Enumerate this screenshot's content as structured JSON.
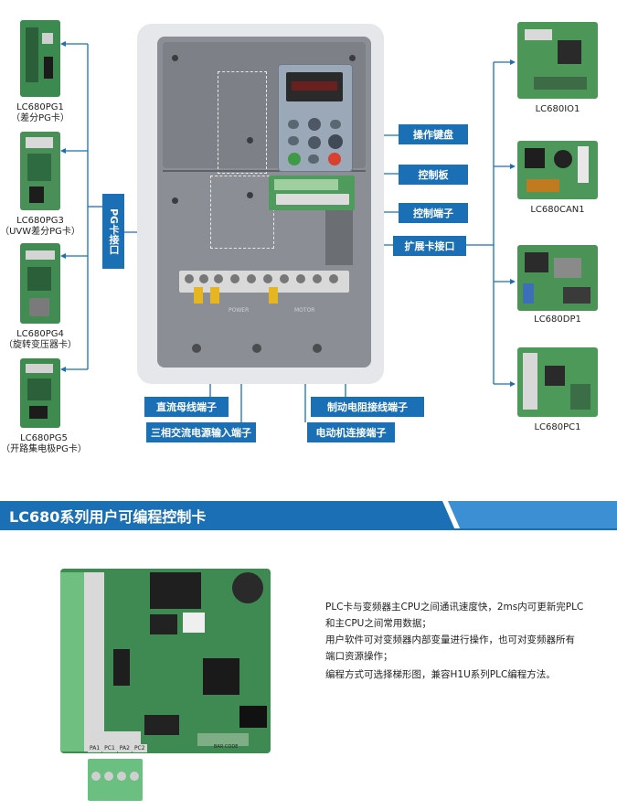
{
  "left_cards": [
    {
      "model": "LC680PG1",
      "desc": "（差分PG卡）"
    },
    {
      "model": "LC680PG3",
      "desc": "（UVW差分PG卡）"
    },
    {
      "model": "LC680PG4",
      "desc": "（旋转变压器卡）"
    },
    {
      "model": "LC680PG5",
      "desc": "（开路集电极PG卡）"
    }
  ],
  "right_cards": [
    {
      "model": "LC680IO1"
    },
    {
      "model": "LC680CAN1"
    },
    {
      "model": "LC680DP1"
    },
    {
      "model": "LC680PC1"
    }
  ],
  "pg_port_label": "PG卡接口",
  "right_tags": {
    "keyboard": "操作键盘",
    "control_board": "控制板",
    "control_terminal": "控制端子",
    "expansion_port": "扩展卡接口"
  },
  "bottom_tags": {
    "dc_bus": "直流母线端子",
    "three_phase_input": "三相交流电源输入端子",
    "brake_resistor": "制动电阻接线端子",
    "motor": "电动机连接端子"
  },
  "drive_labels": {
    "power": "POWER",
    "motor": "MOTOR"
  },
  "section_title": "LC680系列用户可编程控制卡",
  "description_lines": [
    "PLC卡与变频器主CPU之间通讯速度快，2ms内可更新完PLC",
    "和主CPU之间常用数据；",
    "用户软件可对变频器内部变量进行操作，也可对变频器所有",
    "端口资源操作；",
    "编程方式可选择梯形图，兼容H1U系列PLC编程方法。"
  ],
  "plc_card": {
    "terminal_labels": [
      "PA1",
      "PC1",
      "PA2",
      "PC2"
    ],
    "barcode_label": "BAR CODE"
  },
  "colors": {
    "accent": "#1a6fb5",
    "pcb_green": "#3f8a52",
    "drive_gray": "#8c9096"
  }
}
